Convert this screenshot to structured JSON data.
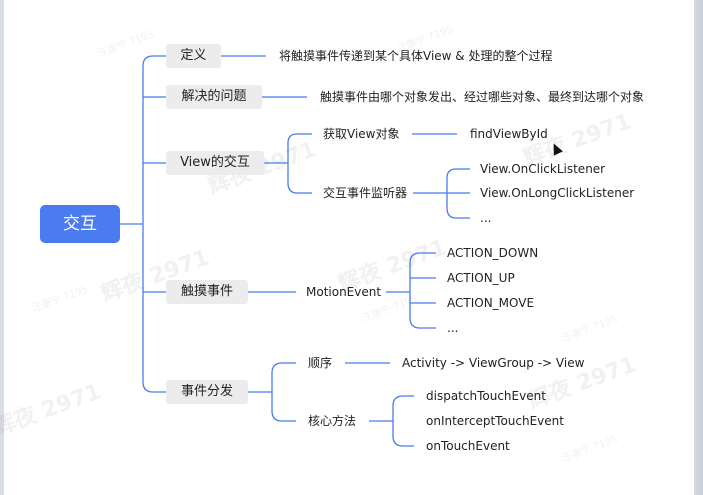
{
  "root": "交互",
  "branches": {
    "definition": {
      "label": "定义",
      "desc": "将触摸事件传递到某个具体View & 处理的整个过程"
    },
    "problem": {
      "label": "解决的问题",
      "desc": "触摸事件由哪个对象发出、经过哪些对象、最终到达哪个对象"
    },
    "view_interaction": {
      "label": "View的交互",
      "get_view": {
        "label": "获取View对象",
        "value": "findViewById"
      },
      "listener": {
        "label": "交互事件监听器",
        "items": [
          "View.OnClickListener",
          "View.OnLongClickListener",
          "..."
        ]
      }
    },
    "touch_event": {
      "label": "触摸事件",
      "motion": "MotionEvent",
      "actions": [
        "ACTION_DOWN",
        "ACTION_UP",
        "ACTION_MOVE",
        "..."
      ]
    },
    "dispatch": {
      "label": "事件分发",
      "order": {
        "label": "顺序",
        "value": "Activity -> ViewGroup -> View"
      },
      "core": {
        "label": "核心方法",
        "items": [
          "dispatchTouchEvent",
          "onInterceptTouchEvent",
          "onTouchEvent"
        ]
      }
    }
  },
  "watermarks": {
    "big": "辉夜 2971",
    "small": "汪康宁 7195"
  },
  "colors": {
    "root": "#4a7bef",
    "line": "#4a7bef",
    "box": "#ececec",
    "background": "#d9dde6"
  }
}
